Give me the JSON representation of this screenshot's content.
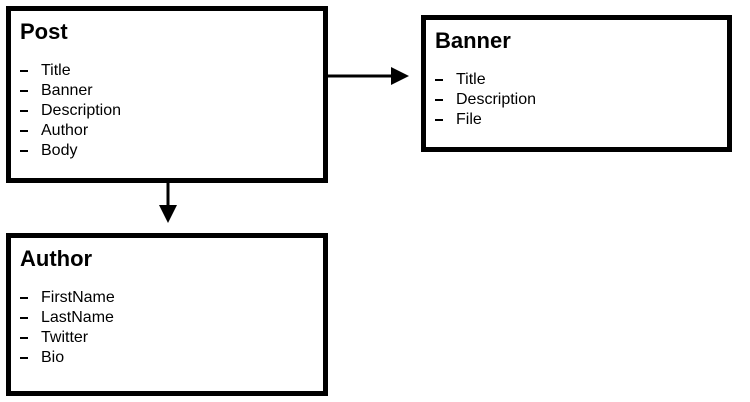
{
  "entities": {
    "post": {
      "title": "Post",
      "fields": [
        "Title",
        "Banner",
        "Description",
        "Author",
        "Body"
      ]
    },
    "banner": {
      "title": "Banner",
      "fields": [
        "Title",
        "Description",
        "File"
      ]
    },
    "author": {
      "title": "Author",
      "fields": [
        "FirstName",
        "LastName",
        "Twitter",
        "Bio"
      ]
    }
  },
  "relations": [
    {
      "from": "post",
      "to": "banner"
    },
    {
      "from": "post",
      "to": "author"
    }
  ],
  "colors": {
    "line": "#000000",
    "background": "#ffffff"
  }
}
